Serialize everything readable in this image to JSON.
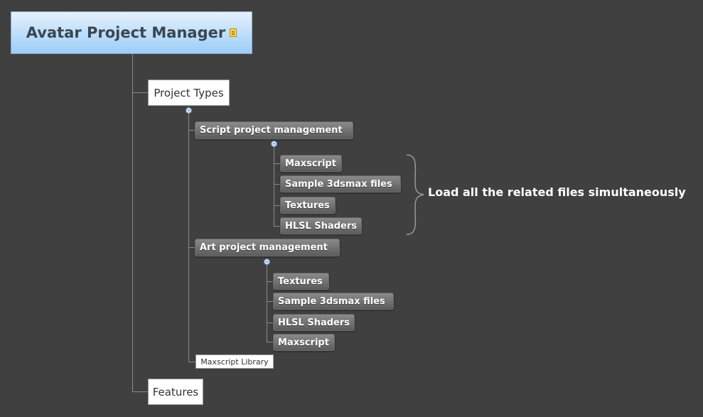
{
  "root": {
    "title": "Avatar Project Manager",
    "icon": "note-icon"
  },
  "branches": {
    "project_types": {
      "label": "Project Types",
      "script_pm": {
        "label": "Script project management",
        "children": [
          "Maxscript",
          "Sample 3dsmax files",
          "Textures",
          "HLSL Shaders"
        ]
      },
      "art_pm": {
        "label": "Art project management",
        "children": [
          "Textures",
          "Sample 3dsmax files",
          "HLSL Shaders",
          "Maxscript"
        ]
      },
      "library": {
        "label": "Maxscript Library"
      }
    },
    "features": {
      "label": "Features"
    }
  },
  "annotation": {
    "text": "Load all the related files simultaneously"
  },
  "colors": {
    "background": "#404040",
    "root_top": "#e6f1fd",
    "root_bottom": "#9ccdf7",
    "connector": "#8a8a8a"
  }
}
